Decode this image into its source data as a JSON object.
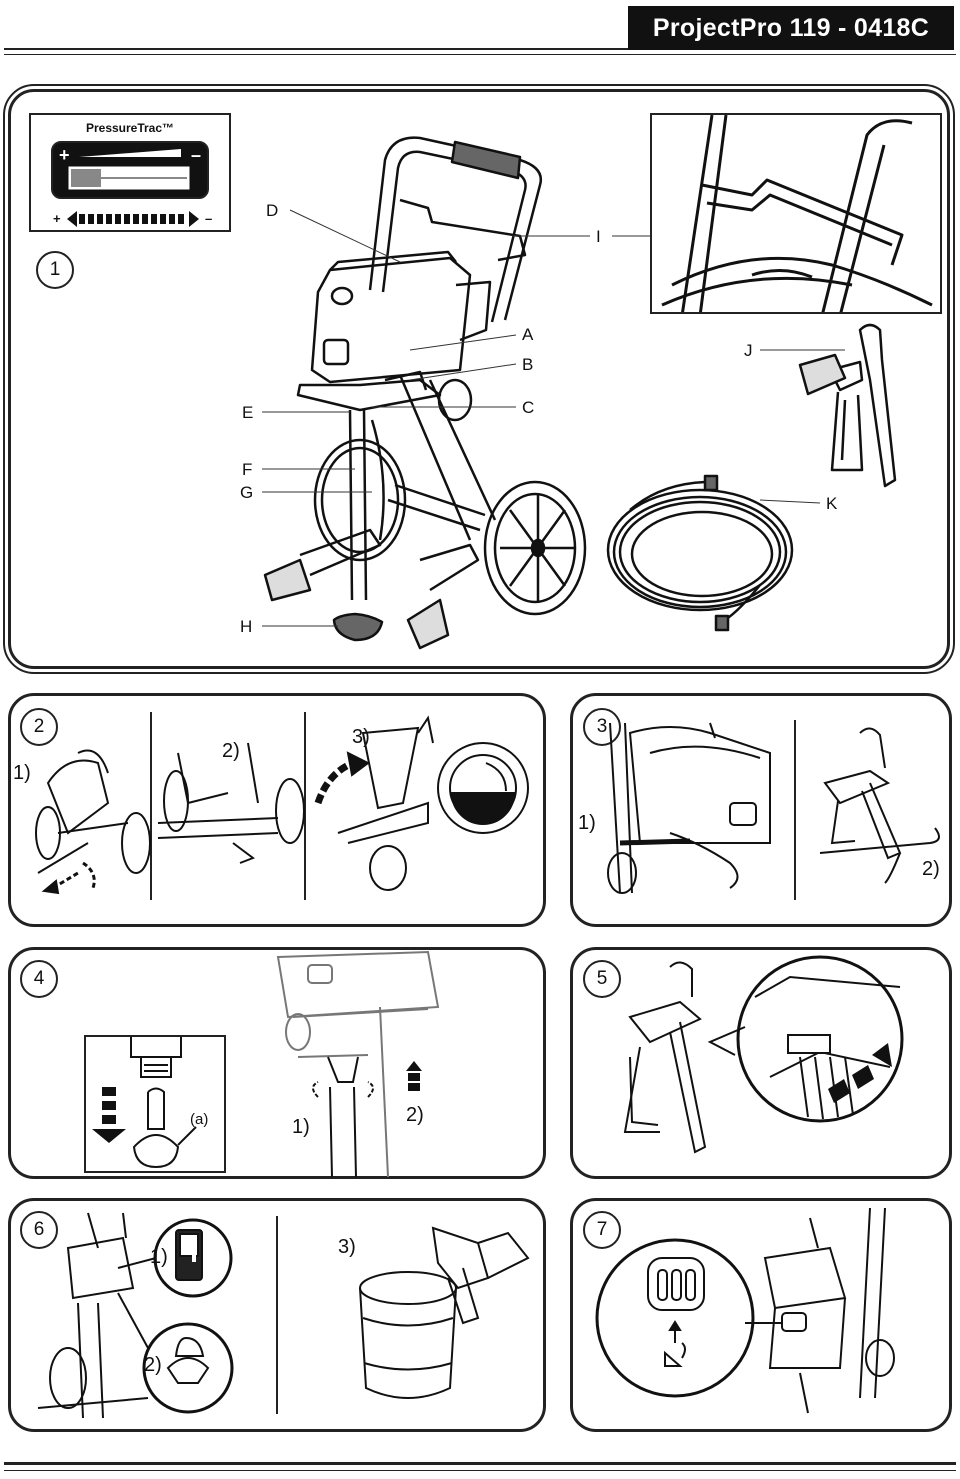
{
  "header": {
    "title": "ProjectPro 119 - 0418C"
  },
  "pressuretrac": {
    "title": "PressureTrac™",
    "plus": "+",
    "minus": "–"
  },
  "figures": {
    "fig1": {
      "number": "1",
      "parts": [
        "A",
        "B",
        "C",
        "D",
        "E",
        "F",
        "G",
        "H",
        "I",
        "J",
        "K"
      ]
    },
    "fig2": {
      "number": "2",
      "steps": [
        "1)",
        "2)",
        "3)"
      ]
    },
    "fig3": {
      "number": "3",
      "steps": [
        "1)",
        "2)"
      ]
    },
    "fig4": {
      "number": "4",
      "steps": [
        "1)",
        "2)"
      ],
      "callout": "(a)"
    },
    "fig5": {
      "number": "5"
    },
    "fig6": {
      "number": "6",
      "steps": [
        "1)",
        "2)",
        "3)"
      ]
    },
    "fig7": {
      "number": "7"
    }
  }
}
